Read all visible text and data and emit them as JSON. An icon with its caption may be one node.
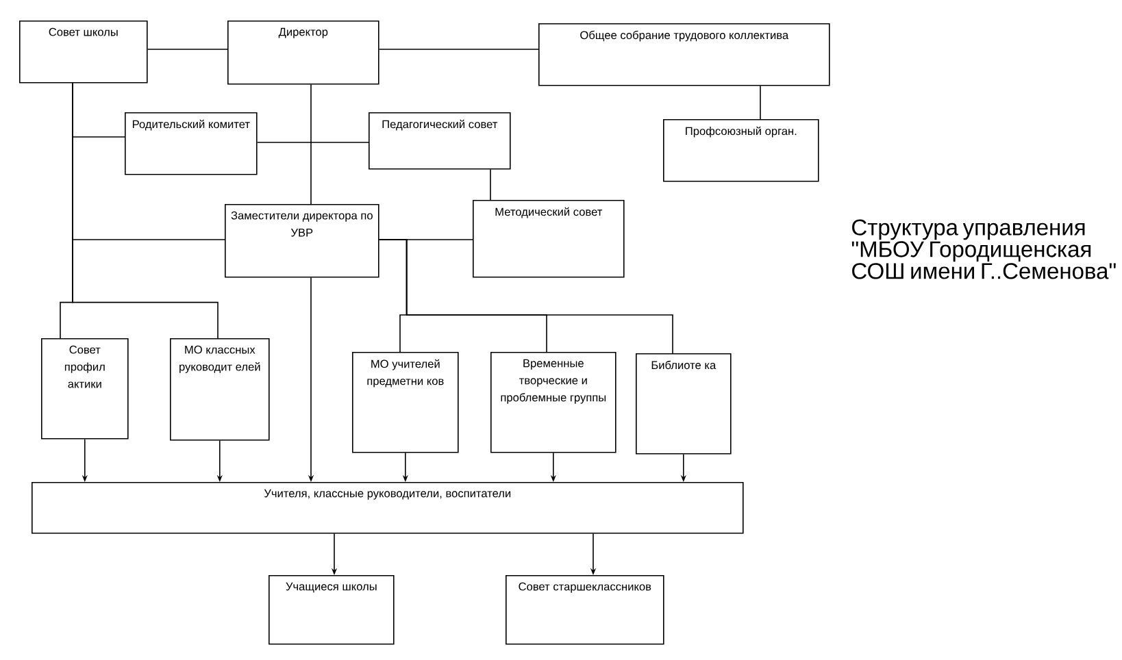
{
  "diagram": {
    "title": "Структура управления \"МБОУ Городищенская СОШ имени Г..Семенова\"",
    "nodes": [
      {
        "text": [
          "Совет школы"
        ]
      },
      {
        "text": [
          "Директор"
        ]
      },
      {
        "text": [
          "Общее собрание трудового коллектива"
        ]
      },
      {
        "text": [
          "Профсоюзный орган."
        ]
      },
      {
        "text": [
          "Родительский комитет"
        ]
      },
      {
        "text": [
          "Педагогический совет"
        ]
      },
      {
        "text": [
          "Заместители директора по УВР"
        ]
      },
      {
        "text": [
          "Методический совет"
        ]
      },
      {
        "text": [
          "Совет профил актики"
        ]
      },
      {
        "text": [
          "МО классных руководит елей"
        ]
      },
      {
        "text": [
          "МО учителей предметни ков"
        ]
      },
      {
        "text": [
          "Временные творческие и проблемные группы"
        ]
      },
      {
        "text": [
          "Библиоте ка"
        ]
      },
      {
        "text": [
          "Учителя, классные руководители, воспитатели"
        ]
      },
      {
        "text": [
          "Учащиеся школы"
        ]
      },
      {
        "text": [
          "Совет старшеклассников"
        ]
      }
    ],
    "edges": [
      {
        "from": 0,
        "to": 1,
        "arrow": "none"
      },
      {
        "from": 1,
        "to": 2,
        "arrow": "none"
      },
      {
        "from": 2,
        "to": 3,
        "arrow": "none"
      },
      {
        "from": 1,
        "to": 6,
        "arrow": "none"
      },
      {
        "from": 4,
        "to": 5,
        "arrow": "none"
      },
      {
        "from": 0,
        "to": 4,
        "arrow": "none"
      },
      {
        "from": 0,
        "to": 6,
        "arrow": "none"
      },
      {
        "from": 0,
        "to": 8,
        "arrow": "none"
      },
      {
        "from": 0,
        "to": 9,
        "arrow": "none"
      },
      {
        "from": 5,
        "to": 7,
        "arrow": "none"
      },
      {
        "from": 6,
        "to": 7,
        "arrow": "none"
      },
      {
        "from": 6,
        "to": 10,
        "arrow": "none"
      },
      {
        "from": 6,
        "to": 11,
        "arrow": "none"
      },
      {
        "from": 6,
        "to": 12,
        "arrow": "none"
      },
      {
        "from": 6,
        "to": 13,
        "arrow": "to"
      },
      {
        "from": 8,
        "to": 13,
        "arrow": "to"
      },
      {
        "from": 9,
        "to": 13,
        "arrow": "to"
      },
      {
        "from": 10,
        "to": 13,
        "arrow": "to"
      },
      {
        "from": 11,
        "to": 13,
        "arrow": "to"
      },
      {
        "from": 12,
        "to": 13,
        "arrow": "to"
      },
      {
        "from": 13,
        "to": 14,
        "arrow": "to"
      },
      {
        "from": 13,
        "to": 15,
        "arrow": "to"
      }
    ]
  }
}
